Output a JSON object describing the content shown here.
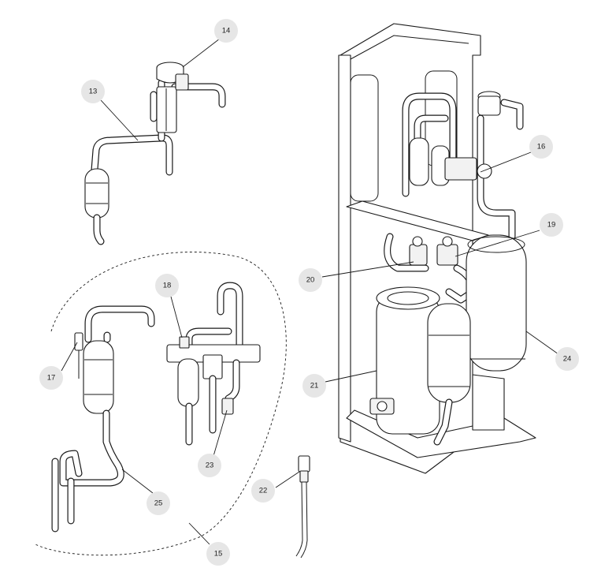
{
  "figure": {
    "callouts": [
      {
        "id": "c13",
        "label": "13"
      },
      {
        "id": "c14",
        "label": "14"
      },
      {
        "id": "c15",
        "label": "15"
      },
      {
        "id": "c16",
        "label": "16"
      },
      {
        "id": "c17",
        "label": "17"
      },
      {
        "id": "c18",
        "label": "18"
      },
      {
        "id": "c19",
        "label": "19"
      },
      {
        "id": "c20",
        "label": "20"
      },
      {
        "id": "c21",
        "label": "21"
      },
      {
        "id": "c22",
        "label": "22"
      },
      {
        "id": "c23",
        "label": "23"
      },
      {
        "id": "c24",
        "label": "24"
      },
      {
        "id": "c25",
        "label": "25"
      }
    ]
  },
  "colors": {
    "line": "#1a1a1a",
    "callout_fill": "#e6e6e6",
    "background": "#ffffff"
  }
}
